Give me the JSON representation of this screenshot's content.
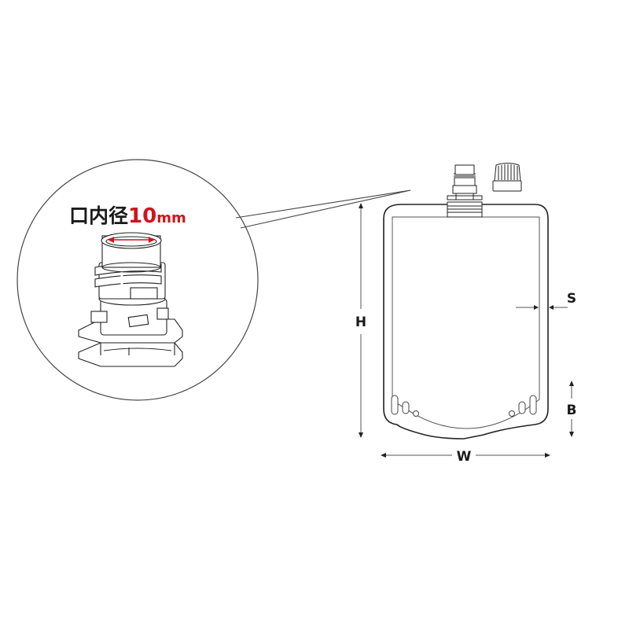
{
  "callout": {
    "title_prefix": "口内径",
    "title_value": "10",
    "title_unit": "mm",
    "accent_color": "#d0141c",
    "text_color": "#1a1a1a"
  },
  "dimensions": {
    "height_label": "H",
    "width_label": "W",
    "seal_label": "S",
    "bottom_label": "B"
  },
  "parts": {
    "spout": "spout-fitment",
    "cap": "screw-cap",
    "pouch": "spouted-pouch"
  },
  "colors": {
    "line": "#222222",
    "thin_line": "#555555",
    "background": "#ffffff"
  }
}
